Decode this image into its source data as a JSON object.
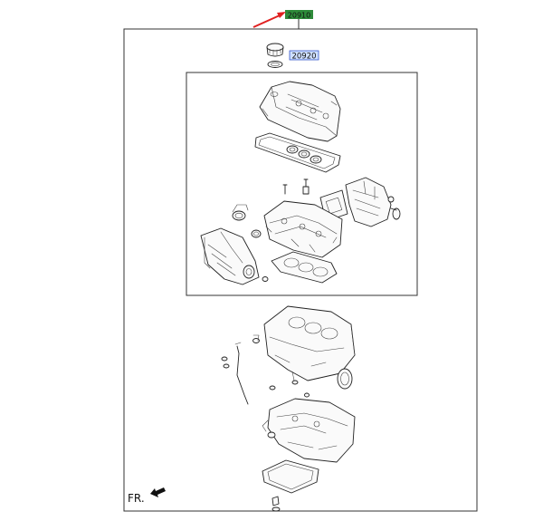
{
  "diagram": {
    "top_label": "20910",
    "inner_label": "20920",
    "front_marker": "FR.",
    "colors": {
      "top_label_bg": "#2e8b3a",
      "inner_label_bg": "#cfe0ff",
      "inner_label_border": "#3355cc",
      "arrow": "#e02020"
    },
    "icons": {
      "pointer": "red-arrow-icon",
      "front": "front-direction-arrow-icon"
    }
  }
}
